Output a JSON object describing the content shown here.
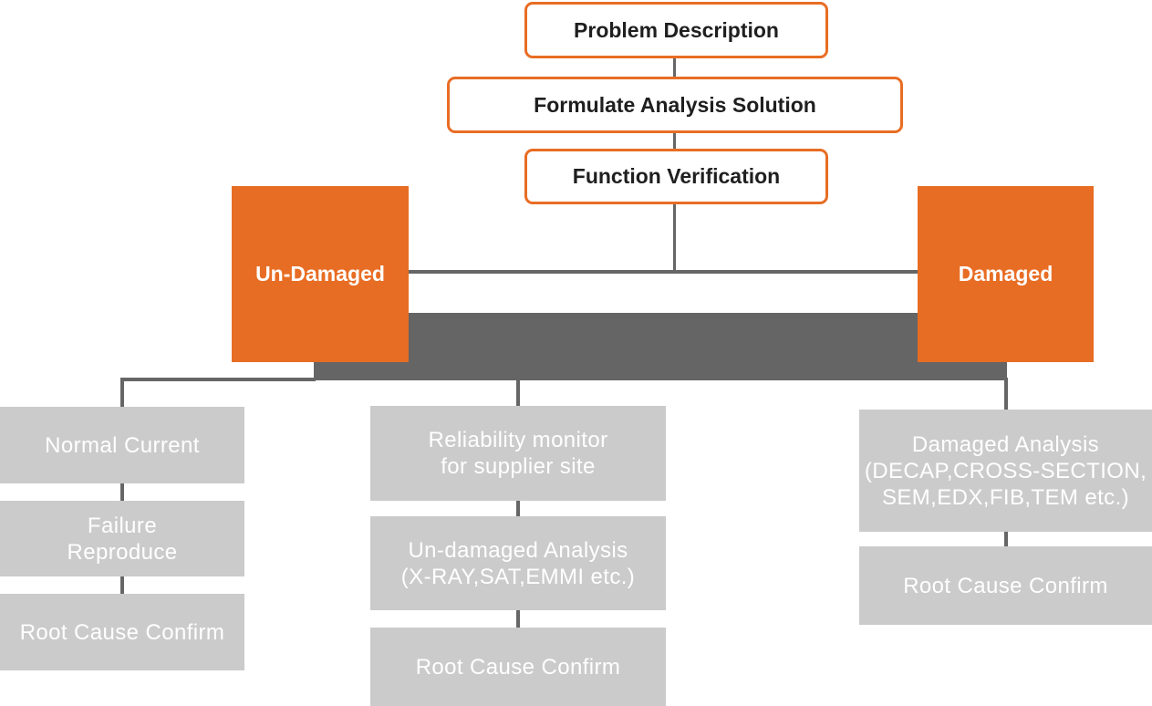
{
  "palette": {
    "orange": "#E86D24",
    "dark_band_gray": "#656565",
    "step_box_gray": "#CBCBCB",
    "connector_gray": "#666666",
    "node_text_dark": "#1F1F1F",
    "light_text": "#FFFFFF"
  },
  "flow": {
    "sequence": [
      {
        "label": "Problem Description"
      },
      {
        "label": "Formulate Analysis Solution"
      },
      {
        "label": "Function Verification"
      }
    ],
    "branches": {
      "left": {
        "label": "Un-Damaged"
      },
      "right": {
        "label": "Damaged"
      }
    },
    "columns": {
      "left": {
        "steps": [
          "Normal Current",
          "Failure\nReproduce",
          "Root Cause Confirm"
        ]
      },
      "middle": {
        "steps": [
          "Reliability monitor\nfor supplier site",
          "Un-damaged Analysis\n(X-RAY,SAT,EMMI etc.)",
          "Root Cause Confirm"
        ]
      },
      "right": {
        "steps": [
          "Damaged Analysis\n(DECAP,CROSS-SECTION,\nSEM,EDX,FIB,TEM etc.)",
          "Root Cause Confirm"
        ]
      }
    }
  }
}
